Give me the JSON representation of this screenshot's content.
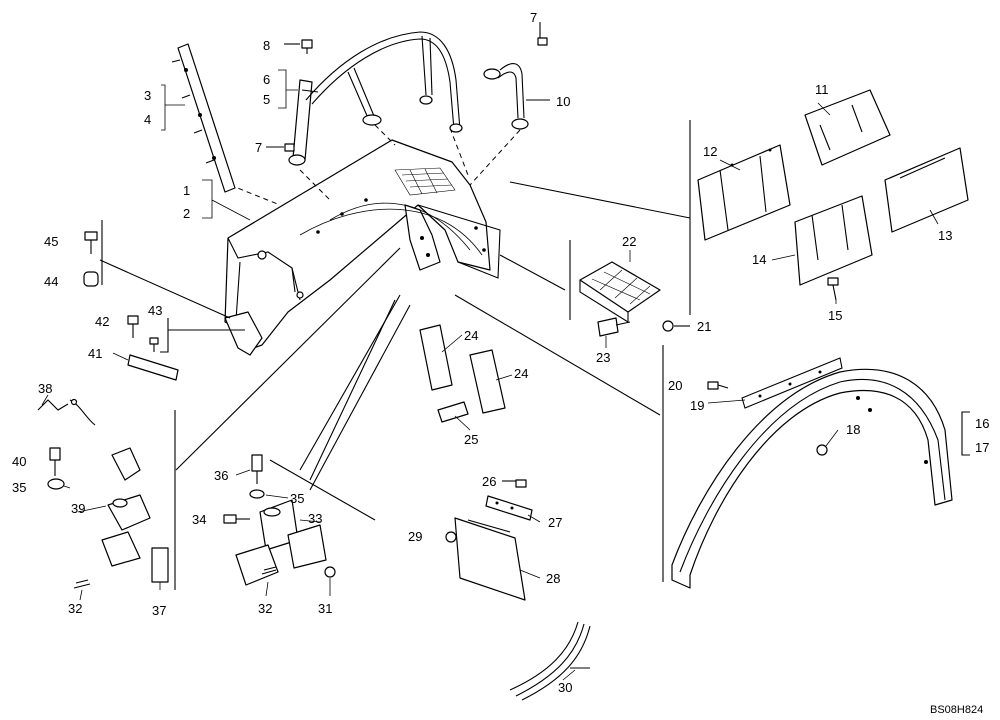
{
  "figure_code": "BS08H824",
  "labels": {
    "l1": "1",
    "l2": "2",
    "l3": "3",
    "l4": "4",
    "l5": "5",
    "l6": "6",
    "l7a": "7",
    "l7b": "7",
    "l8": "8",
    "l10": "10",
    "l11": "11",
    "l12": "12",
    "l13": "13",
    "l14": "14",
    "l15": "15",
    "l16": "16",
    "l17": "17",
    "l18": "18",
    "l19": "19",
    "l20": "20",
    "l21": "21",
    "l22": "22",
    "l23": "23",
    "l24a": "24",
    "l24b": "24",
    "l25": "25",
    "l26": "26",
    "l27": "27",
    "l28": "28",
    "l29": "29",
    "l30": "30",
    "l31": "31",
    "l32a": "32",
    "l32b": "32",
    "l33": "33",
    "l34": "34",
    "l35a": "35",
    "l35b": "35",
    "l36": "36",
    "l37": "37",
    "l38": "38",
    "l39": "39",
    "l40": "40",
    "l41": "41",
    "l42": "42",
    "l43": "43",
    "l44": "44",
    "l45": "45"
  }
}
